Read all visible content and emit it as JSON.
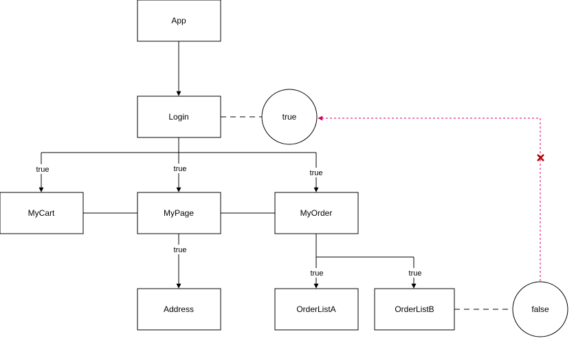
{
  "nodes": {
    "app": "App",
    "login": "Login",
    "true_circle": "true",
    "mycart": "MyCart",
    "mypage": "MyPage",
    "myorder": "MyOrder",
    "address": "Address",
    "orderlista": "OrderListA",
    "orderlistb": "OrderListB",
    "false_circle": "false"
  },
  "edge_labels": {
    "login_to_mycart": "true",
    "login_to_mypage": "true",
    "login_to_myorder": "true",
    "mypage_to_address": "true",
    "myorder_to_orderlista": "true",
    "myorder_to_orderlistb": "true"
  },
  "colors": {
    "stroke": "#000000",
    "blocked_link": "#cc0066",
    "blocked_marker": "#b20000"
  },
  "icons": {
    "blocked_marker": "x-mark-icon"
  }
}
